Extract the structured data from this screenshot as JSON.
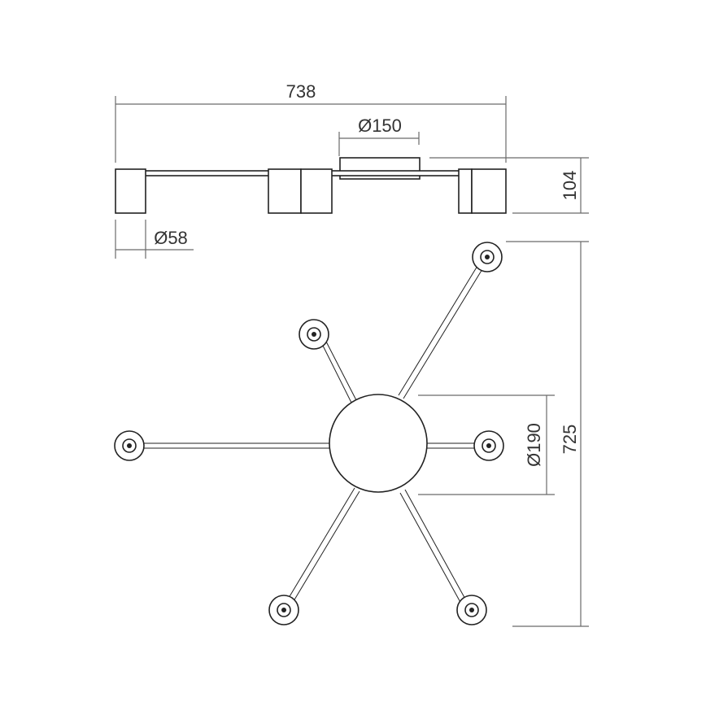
{
  "title": "Ceiling lamp dimension drawing",
  "dimensions": {
    "total_width": "738",
    "base_diameter_side": "Ø150",
    "height": "104",
    "spot_diameter": "Ø58",
    "base_diameter_top": "Ø190",
    "total_depth": "725"
  },
  "colors": {
    "line": "#222222",
    "dimension_line": "#6a6a6a",
    "background": "#ffffff"
  }
}
